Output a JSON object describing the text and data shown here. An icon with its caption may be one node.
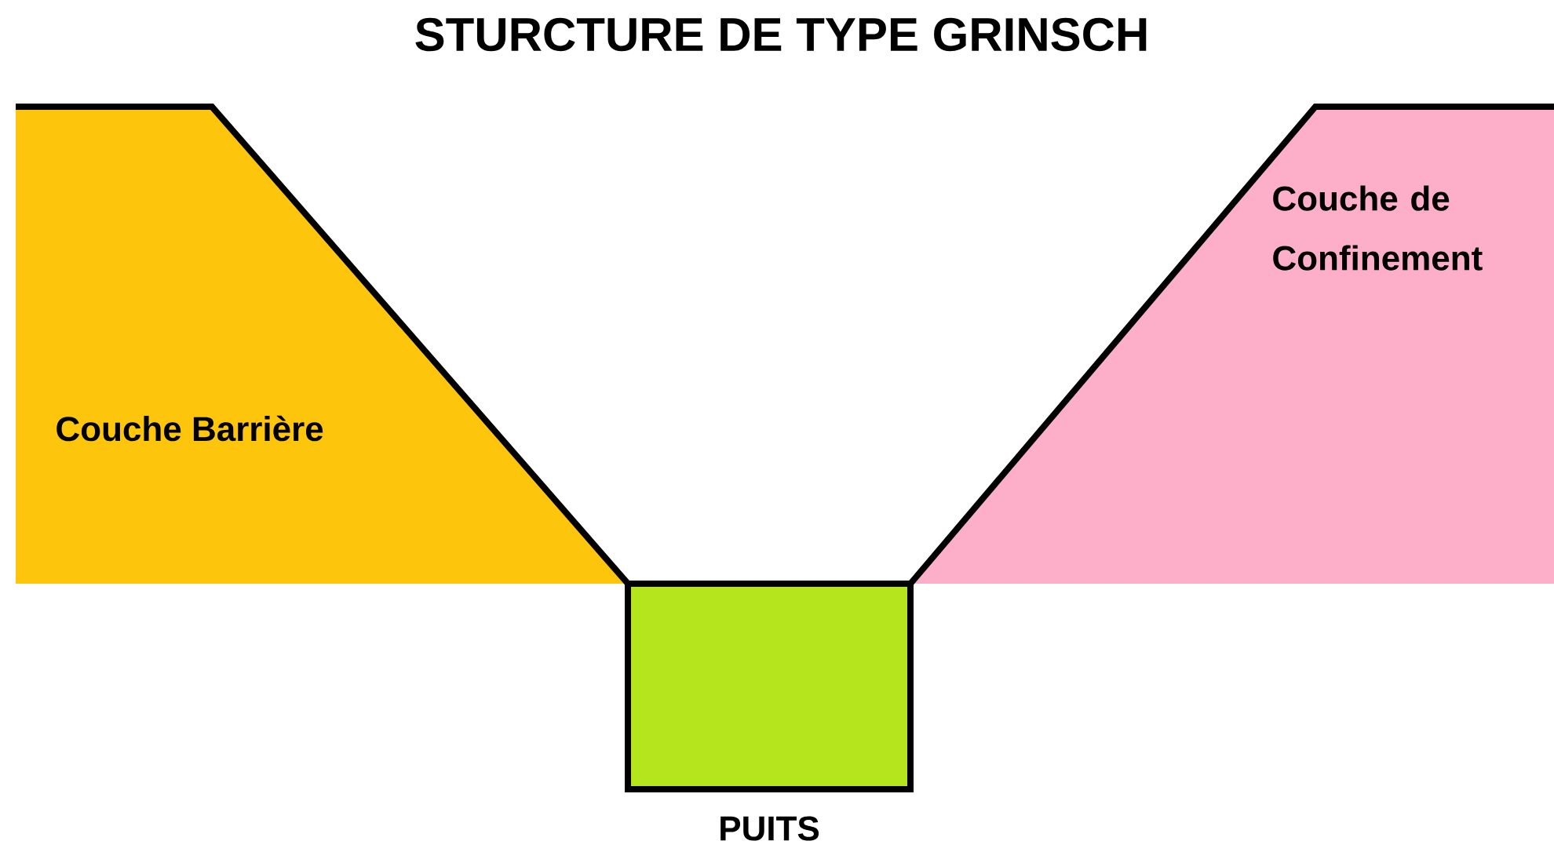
{
  "diagram": {
    "title": "STURCTURE DE TYPE GRINSCH",
    "nodes": [
      {
        "text": [
          "Couche Barrière"
        ]
      },
      {
        "text": [
          "Couche de Confinement"
        ]
      },
      {
        "text": [
          "PUITS"
        ]
      }
    ]
  }
}
